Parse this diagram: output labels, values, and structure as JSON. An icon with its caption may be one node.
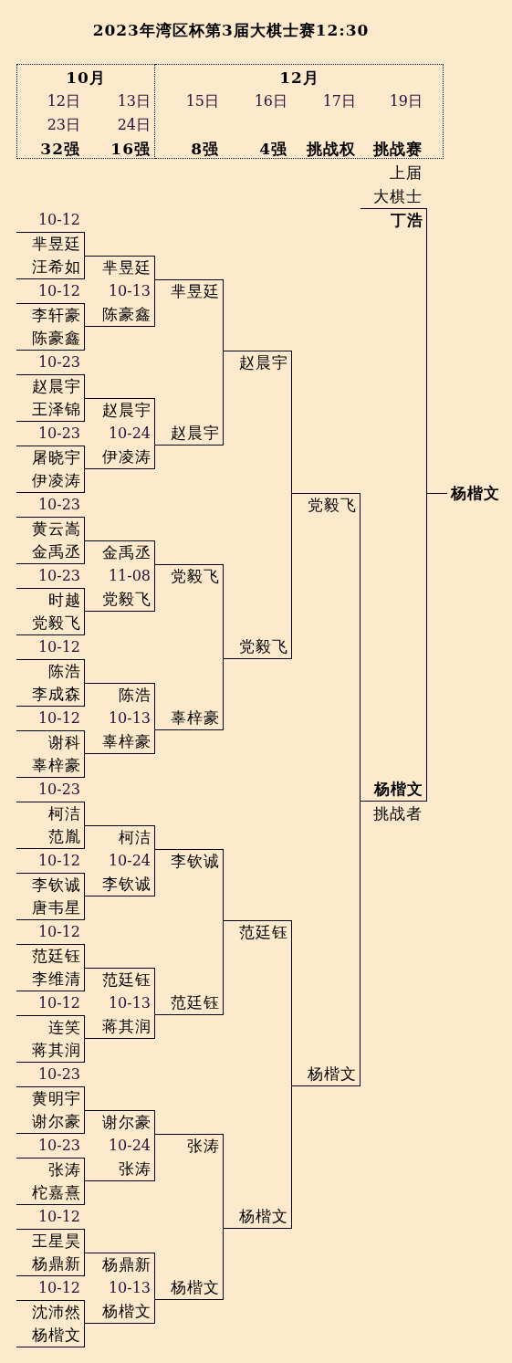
{
  "diagram": {
    "title": "2023年湾区杯第3届大棋士赛12:30",
    "nodes": [
      {
        "text": [
          "10月",
          "12日",
          "13日",
          "23日",
          "24日",
          "32强",
          "16强"
        ]
      },
      {
        "text": [
          "12月",
          "15日",
          "16日",
          "17日",
          "19日",
          "8强",
          "4强",
          "挑战权",
          "挑战赛"
        ]
      },
      {
        "text": [
          "丁浩"
        ],
        "beside": [
          "上届",
          "大棋士"
        ]
      },
      {
        "text": [
          "芈昱廷"
        ]
      },
      {
        "text": [
          "汪希如"
        ]
      },
      {
        "text": [
          "芈昱廷"
        ]
      },
      {
        "text": [
          "芈昱廷"
        ]
      },
      {
        "text": [
          "李轩豪"
        ]
      },
      {
        "text": [
          "陈豪鑫"
        ]
      },
      {
        "text": [
          "陈豪鑫"
        ]
      },
      {
        "text": [
          "赵晨宇"
        ]
      },
      {
        "text": [
          "赵晨宇"
        ]
      },
      {
        "text": [
          "王泽锦"
        ]
      },
      {
        "text": [
          "赵晨宇"
        ]
      },
      {
        "text": [
          "赵晨宇"
        ]
      },
      {
        "text": [
          "屠晓宇"
        ]
      },
      {
        "text": [
          "伊凌涛"
        ]
      },
      {
        "text": [
          "伊凌涛"
        ]
      },
      {
        "text": [
          "杨楷文"
        ]
      },
      {
        "text": [
          "党毅飞"
        ]
      },
      {
        "text": [
          "黄云嵩"
        ]
      },
      {
        "text": [
          "金禹丞"
        ]
      },
      {
        "text": [
          "金禹丞"
        ]
      },
      {
        "text": [
          "党毅飞"
        ]
      },
      {
        "text": [
          "时越"
        ]
      },
      {
        "text": [
          "党毅飞"
        ]
      },
      {
        "text": [
          "党毅飞"
        ]
      },
      {
        "text": [
          "党毅飞"
        ]
      },
      {
        "text": [
          "陈浩"
        ]
      },
      {
        "text": [
          "李成森"
        ]
      },
      {
        "text": [
          "陈浩"
        ]
      },
      {
        "text": [
          "辜梓豪"
        ]
      },
      {
        "text": [
          "谢科"
        ]
      },
      {
        "text": [
          "辜梓豪"
        ]
      },
      {
        "text": [
          "辜梓豪"
        ]
      },
      {
        "text": [
          "杨楷文"
        ],
        "beside": [
          "挑战者"
        ]
      },
      {
        "text": [
          "柯洁"
        ]
      },
      {
        "text": [
          "范胤"
        ]
      },
      {
        "text": [
          "柯洁"
        ]
      },
      {
        "text": [
          "李钦诚"
        ]
      },
      {
        "text": [
          "李钦诚"
        ]
      },
      {
        "text": [
          "李钦诚"
        ]
      },
      {
        "text": [
          "唐韦星"
        ]
      },
      {
        "text": [
          "范廷钰"
        ]
      },
      {
        "text": [
          "范廷钰"
        ]
      },
      {
        "text": [
          "李维清"
        ]
      },
      {
        "text": [
          "范廷钰"
        ]
      },
      {
        "text": [
          "范廷钰"
        ]
      },
      {
        "text": [
          "连笑"
        ]
      },
      {
        "text": [
          "蒋其润"
        ]
      },
      {
        "text": [
          "蒋其润"
        ]
      },
      {
        "text": [
          "杨楷文"
        ]
      },
      {
        "text": [
          "黄明宇"
        ]
      },
      {
        "text": [
          "谢尔豪"
        ]
      },
      {
        "text": [
          "谢尔豪"
        ]
      },
      {
        "text": [
          "张涛"
        ]
      },
      {
        "text": [
          "张涛"
        ]
      },
      {
        "text": [
          "张涛"
        ]
      },
      {
        "text": [
          "柁嘉熹"
        ]
      },
      {
        "text": [
          "杨楷文"
        ]
      },
      {
        "text": [
          "王星昊"
        ]
      },
      {
        "text": [
          "杨鼎新"
        ]
      },
      {
        "text": [
          "杨鼎新"
        ]
      },
      {
        "text": [
          "杨楷文"
        ]
      },
      {
        "text": [
          "沈沛然"
        ]
      },
      {
        "text": [
          "杨楷文"
        ]
      },
      {
        "text": [
          "杨楷文"
        ]
      }
    ],
    "edges": [
      {
        "from": 3,
        "to": 5,
        "arrow": "none"
      },
      {
        "from": 4,
        "to": 5,
        "arrow": "none"
      },
      {
        "from": 7,
        "to": 8,
        "arrow": "none"
      },
      {
        "from": 9,
        "to": 8,
        "arrow": "none"
      },
      {
        "from": 11,
        "to": 13,
        "arrow": "none"
      },
      {
        "from": 12,
        "to": 13,
        "arrow": "none"
      },
      {
        "from": 15,
        "to": 16,
        "arrow": "none"
      },
      {
        "from": 17,
        "to": 16,
        "arrow": "none"
      },
      {
        "from": 20,
        "to": 22,
        "arrow": "none"
      },
      {
        "from": 21,
        "to": 22,
        "arrow": "none"
      },
      {
        "from": 24,
        "to": 25,
        "arrow": "none"
      },
      {
        "from": 26,
        "to": 25,
        "arrow": "none"
      },
      {
        "from": 28,
        "to": 30,
        "arrow": "none"
      },
      {
        "from": 29,
        "to": 30,
        "arrow": "none"
      },
      {
        "from": 32,
        "to": 33,
        "arrow": "none"
      },
      {
        "from": 34,
        "to": 33,
        "arrow": "none"
      },
      {
        "from": 36,
        "to": 38,
        "arrow": "none"
      },
      {
        "from": 37,
        "to": 38,
        "arrow": "none"
      },
      {
        "from": 40,
        "to": 41,
        "arrow": "none"
      },
      {
        "from": 42,
        "to": 41,
        "arrow": "none"
      },
      {
        "from": 44,
        "to": 46,
        "arrow": "none"
      },
      {
        "from": 45,
        "to": 46,
        "arrow": "none"
      },
      {
        "from": 48,
        "to": 49,
        "arrow": "none"
      },
      {
        "from": 50,
        "to": 49,
        "arrow": "none"
      },
      {
        "from": 52,
        "to": 54,
        "arrow": "none"
      },
      {
        "from": 53,
        "to": 54,
        "arrow": "none"
      },
      {
        "from": 56,
        "to": 57,
        "arrow": "none"
      },
      {
        "from": 58,
        "to": 57,
        "arrow": "none"
      },
      {
        "from": 60,
        "to": 62,
        "arrow": "none"
      },
      {
        "from": 61,
        "to": 62,
        "arrow": "none"
      },
      {
        "from": 64,
        "to": 65,
        "arrow": "none"
      },
      {
        "from": 66,
        "to": 65,
        "arrow": "none"
      },
      {
        "from": 5,
        "to": 6,
        "arrow": "none"
      },
      {
        "from": 8,
        "to": 6,
        "arrow": "none"
      },
      {
        "from": 13,
        "to": 14,
        "arrow": "none"
      },
      {
        "from": 16,
        "to": 14,
        "arrow": "none"
      },
      {
        "from": 22,
        "to": 23,
        "arrow": "none"
      },
      {
        "from": 25,
        "to": 23,
        "arrow": "none"
      },
      {
        "from": 30,
        "to": 31,
        "arrow": "none"
      },
      {
        "from": 33,
        "to": 31,
        "arrow": "none"
      },
      {
        "from": 38,
        "to": 39,
        "arrow": "none"
      },
      {
        "from": 41,
        "to": 39,
        "arrow": "none"
      },
      {
        "from": 46,
        "to": 47,
        "arrow": "none"
      },
      {
        "from": 49,
        "to": 47,
        "arrow": "none"
      },
      {
        "from": 54,
        "to": 55,
        "arrow": "none"
      },
      {
        "from": 57,
        "to": 55,
        "arrow": "none"
      },
      {
        "from": 62,
        "to": 63,
        "arrow": "none"
      },
      {
        "from": 65,
        "to": 63,
        "arrow": "none"
      },
      {
        "from": 6,
        "to": 10,
        "arrow": "none"
      },
      {
        "from": 14,
        "to": 10,
        "arrow": "none"
      },
      {
        "from": 23,
        "to": 27,
        "arrow": "none"
      },
      {
        "from": 31,
        "to": 27,
        "arrow": "none"
      },
      {
        "from": 39,
        "to": 43,
        "arrow": "none"
      },
      {
        "from": 47,
        "to": 43,
        "arrow": "none"
      },
      {
        "from": 55,
        "to": 59,
        "arrow": "none"
      },
      {
        "from": 63,
        "to": 59,
        "arrow": "none"
      },
      {
        "from": 10,
        "to": 19,
        "arrow": "none"
      },
      {
        "from": 27,
        "to": 19,
        "arrow": "none"
      },
      {
        "from": 43,
        "to": 51,
        "arrow": "none"
      },
      {
        "from": 59,
        "to": 51,
        "arrow": "none"
      },
      {
        "from": 19,
        "to": 35,
        "arrow": "none"
      },
      {
        "from": 51,
        "to": 35,
        "arrow": "none"
      },
      {
        "from": 2,
        "to": 18,
        "arrow": "none"
      },
      {
        "from": 35,
        "to": 18,
        "arrow": "none"
      }
    ],
    "labels": [
      "10-12",
      "10-12",
      "10-13",
      "10-23",
      "10-23",
      "10-24",
      "10-23",
      "10-23",
      "11-08",
      "10-12",
      "10-12",
      "10-13",
      "10-23",
      "10-12",
      "10-24",
      "10-12",
      "10-12",
      "10-13",
      "10-23",
      "10-23",
      "10-24",
      "10-12",
      "10-12",
      "10-13"
    ]
  }
}
